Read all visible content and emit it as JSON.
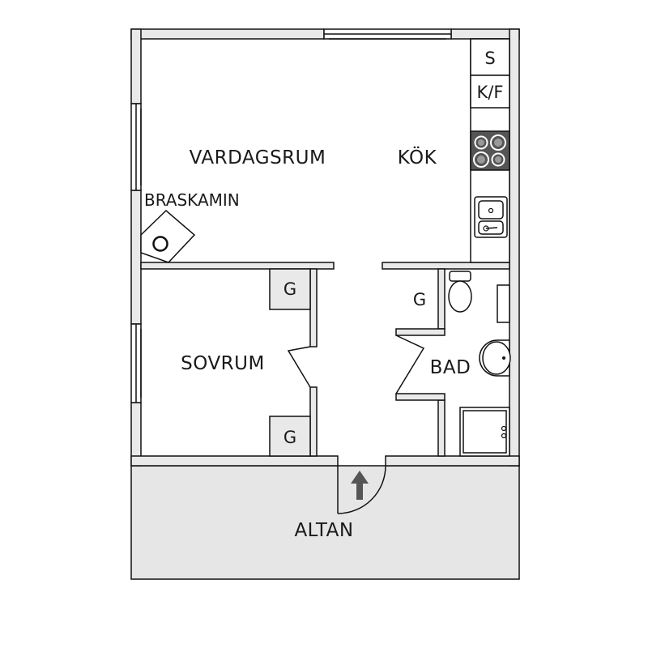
{
  "rooms": {
    "vardagsrum": "VARDAGSRUM",
    "kok": "KÖK",
    "braskamin": "BRASKAMIN",
    "sovrum": "SOVRUM",
    "bad": "BAD",
    "altan": "ALTAN"
  },
  "cabinets": {
    "s": "S",
    "kf": "K/F",
    "g": "G"
  },
  "colors": {
    "wall_fill": "#e9e9e9",
    "terrace_fill": "#e6e6e6",
    "line": "#111111",
    "stove": "#555555",
    "arrow": "#555555"
  }
}
